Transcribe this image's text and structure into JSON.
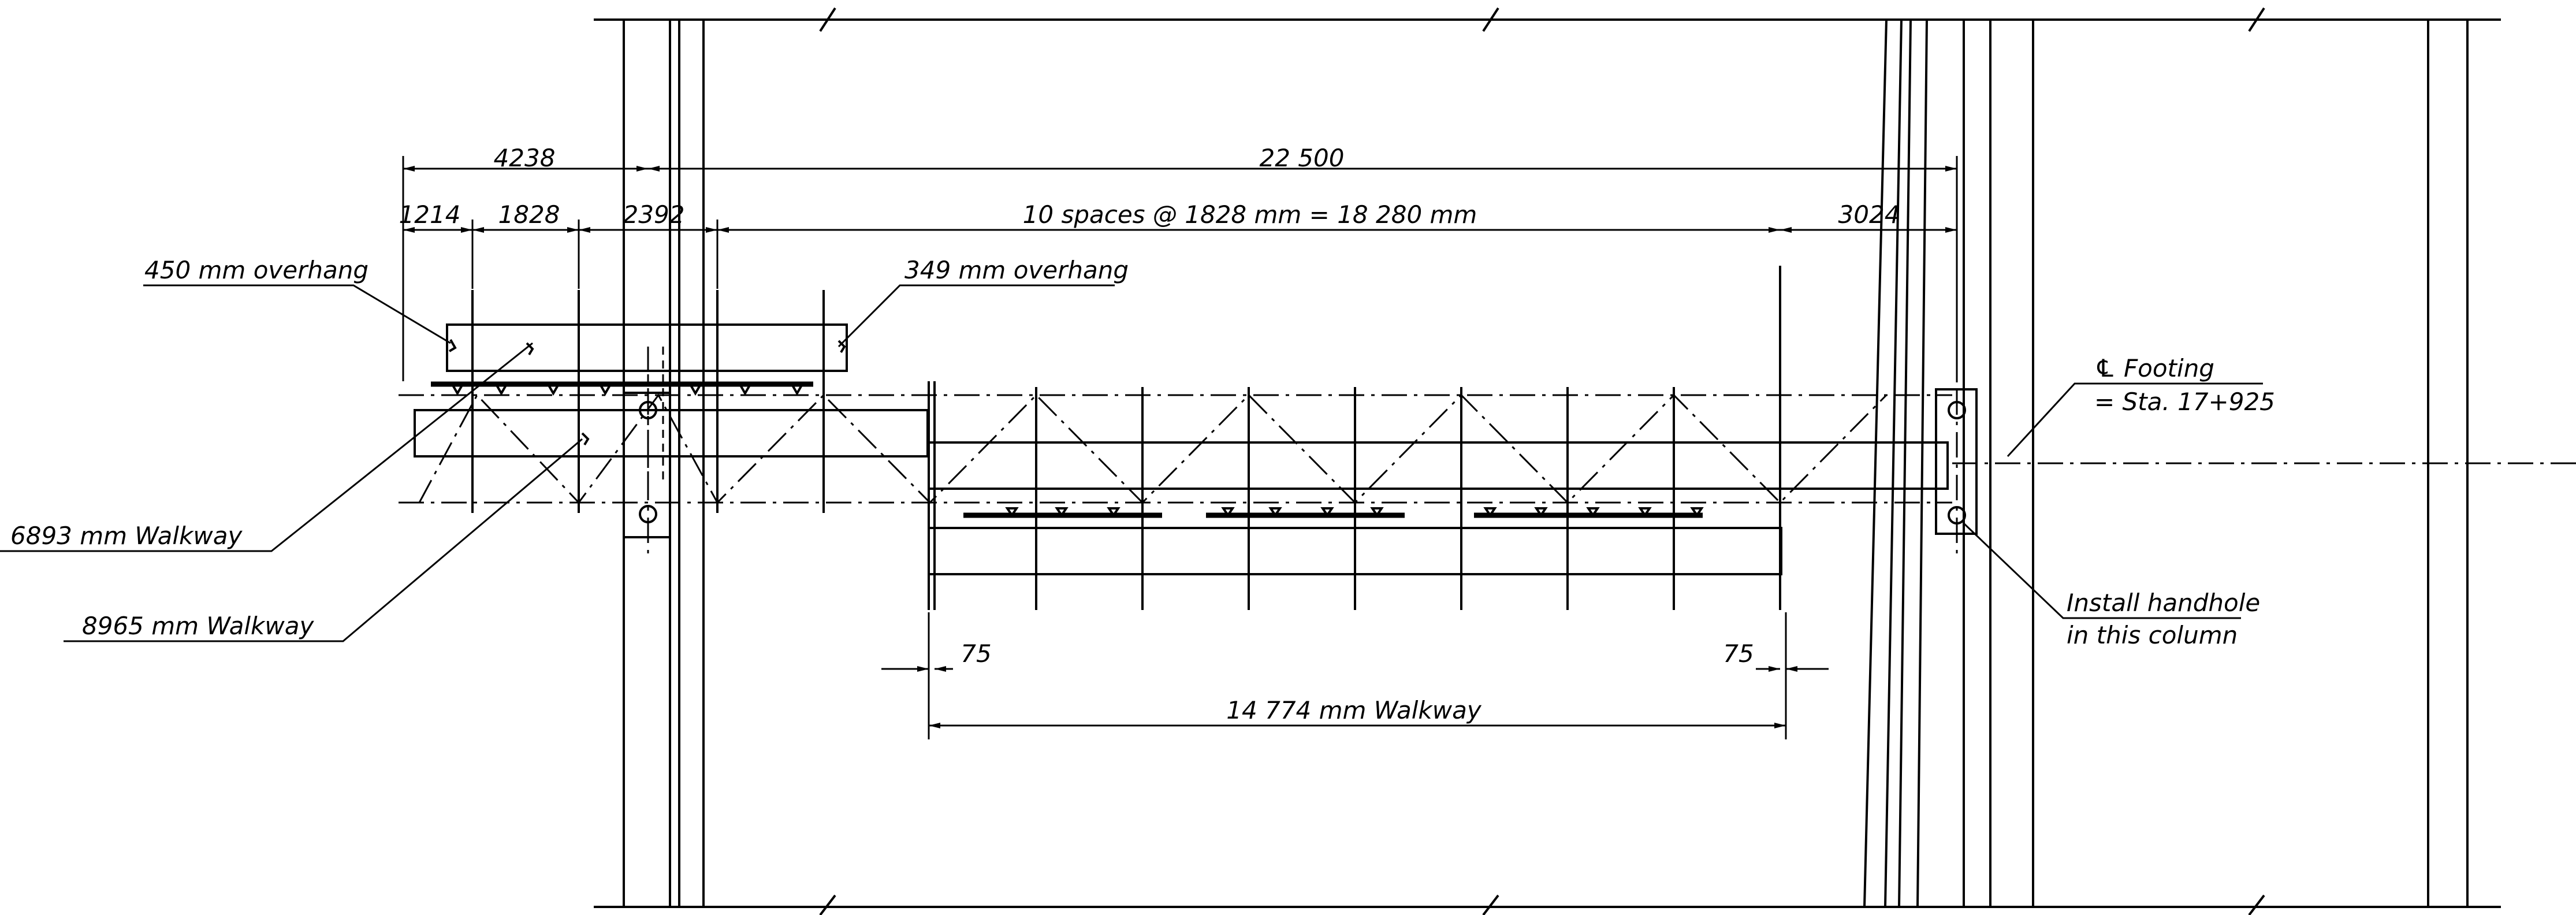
{
  "dimensions": {
    "overall_left": "4238",
    "overall_span": "22 500",
    "sub_1": "1214",
    "sub_2": "1828",
    "sub_3": "2392",
    "spaces": "10 spaces @ 1828 mm = 18 280 mm",
    "right_end": "3024",
    "offset_left": "75",
    "offset_right": "75",
    "walkway_center": "14 774 mm Walkway"
  },
  "callouts": {
    "overhang_left": "450 mm overhang",
    "overhang_right": "349 mm overhang",
    "walkway_6893": "6893 mm Walkway",
    "walkway_8965": "8965 mm Walkway",
    "footing_line1": "℄ Footing",
    "footing_line2": "= Sta. 17+925",
    "handhole_line1": "Install handhole",
    "handhole_line2": "in this column"
  }
}
